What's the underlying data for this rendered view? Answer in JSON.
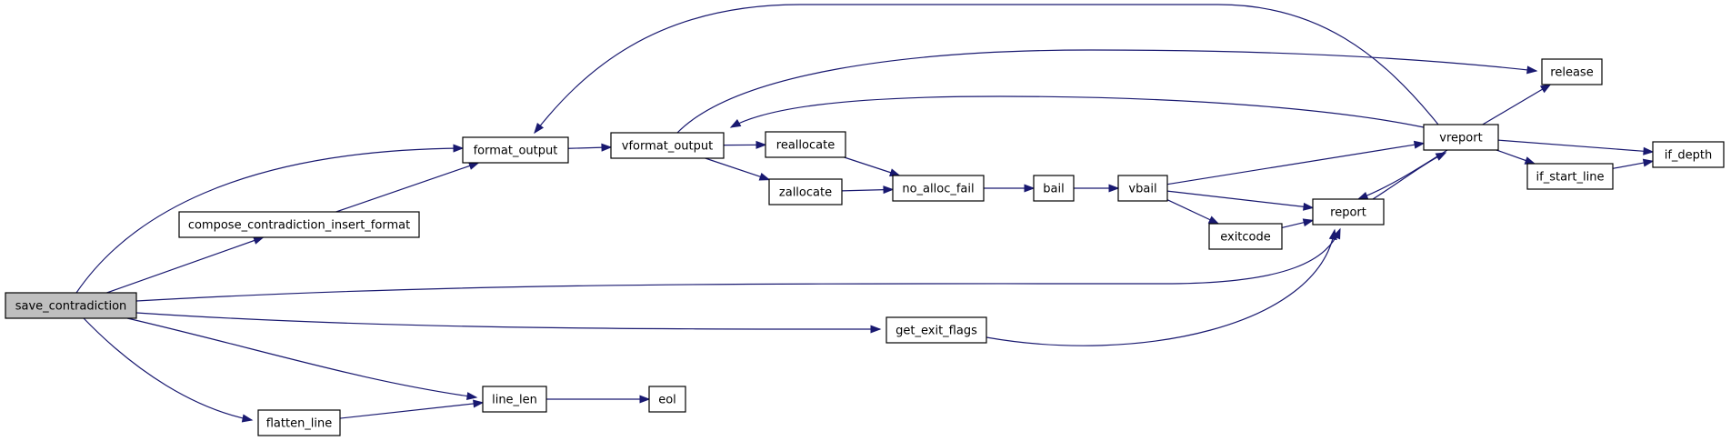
{
  "graph": {
    "root": "save_contradiction",
    "edge_color": "#191970",
    "root_fill": "#bfbfbf",
    "nodes": [
      {
        "id": "save_contradiction",
        "label": "save_contradiction"
      },
      {
        "id": "format_output",
        "label": "format_output"
      },
      {
        "id": "compose_contradiction_insert_format",
        "label": "compose_contradiction_insert_format"
      },
      {
        "id": "vformat_output",
        "label": "vformat_output"
      },
      {
        "id": "reallocate",
        "label": "reallocate"
      },
      {
        "id": "zallocate",
        "label": "zallocate"
      },
      {
        "id": "no_alloc_fail",
        "label": "no_alloc_fail"
      },
      {
        "id": "bail",
        "label": "bail"
      },
      {
        "id": "vbail",
        "label": "vbail"
      },
      {
        "id": "exitcode",
        "label": "exitcode"
      },
      {
        "id": "report",
        "label": "report"
      },
      {
        "id": "vreport",
        "label": "vreport"
      },
      {
        "id": "release",
        "label": "release"
      },
      {
        "id": "if_start_line",
        "label": "if_start_line"
      },
      {
        "id": "if_depth",
        "label": "if_depth"
      },
      {
        "id": "get_exit_flags",
        "label": "get_exit_flags"
      },
      {
        "id": "line_len",
        "label": "line_len"
      },
      {
        "id": "eol",
        "label": "eol"
      },
      {
        "id": "flatten_line",
        "label": "flatten_line"
      }
    ],
    "edges": [
      {
        "from": "save_contradiction",
        "to": "format_output"
      },
      {
        "from": "save_contradiction",
        "to": "compose_contradiction_insert_format"
      },
      {
        "from": "save_contradiction",
        "to": "report"
      },
      {
        "from": "save_contradiction",
        "to": "get_exit_flags"
      },
      {
        "from": "save_contradiction",
        "to": "line_len"
      },
      {
        "from": "save_contradiction",
        "to": "flatten_line"
      },
      {
        "from": "compose_contradiction_insert_format",
        "to": "format_output"
      },
      {
        "from": "format_output",
        "to": "vformat_output"
      },
      {
        "from": "vformat_output",
        "to": "release"
      },
      {
        "from": "vformat_output",
        "to": "reallocate"
      },
      {
        "from": "vformat_output",
        "to": "zallocate"
      },
      {
        "from": "reallocate",
        "to": "no_alloc_fail"
      },
      {
        "from": "zallocate",
        "to": "no_alloc_fail"
      },
      {
        "from": "no_alloc_fail",
        "to": "bail"
      },
      {
        "from": "bail",
        "to": "vbail"
      },
      {
        "from": "vbail",
        "to": "vreport"
      },
      {
        "from": "vbail",
        "to": "report"
      },
      {
        "from": "vbail",
        "to": "exitcode"
      },
      {
        "from": "exitcode",
        "to": "report"
      },
      {
        "from": "report",
        "to": "vreport"
      },
      {
        "from": "vreport",
        "to": "report"
      },
      {
        "from": "vreport",
        "to": "format_output"
      },
      {
        "from": "vreport",
        "to": "vformat_output"
      },
      {
        "from": "vreport",
        "to": "release"
      },
      {
        "from": "vreport",
        "to": "if_depth"
      },
      {
        "from": "vreport",
        "to": "if_start_line"
      },
      {
        "from": "if_start_line",
        "to": "if_depth"
      },
      {
        "from": "get_exit_flags",
        "to": "report"
      },
      {
        "from": "flatten_line",
        "to": "line_len"
      },
      {
        "from": "line_len",
        "to": "eol"
      }
    ]
  }
}
